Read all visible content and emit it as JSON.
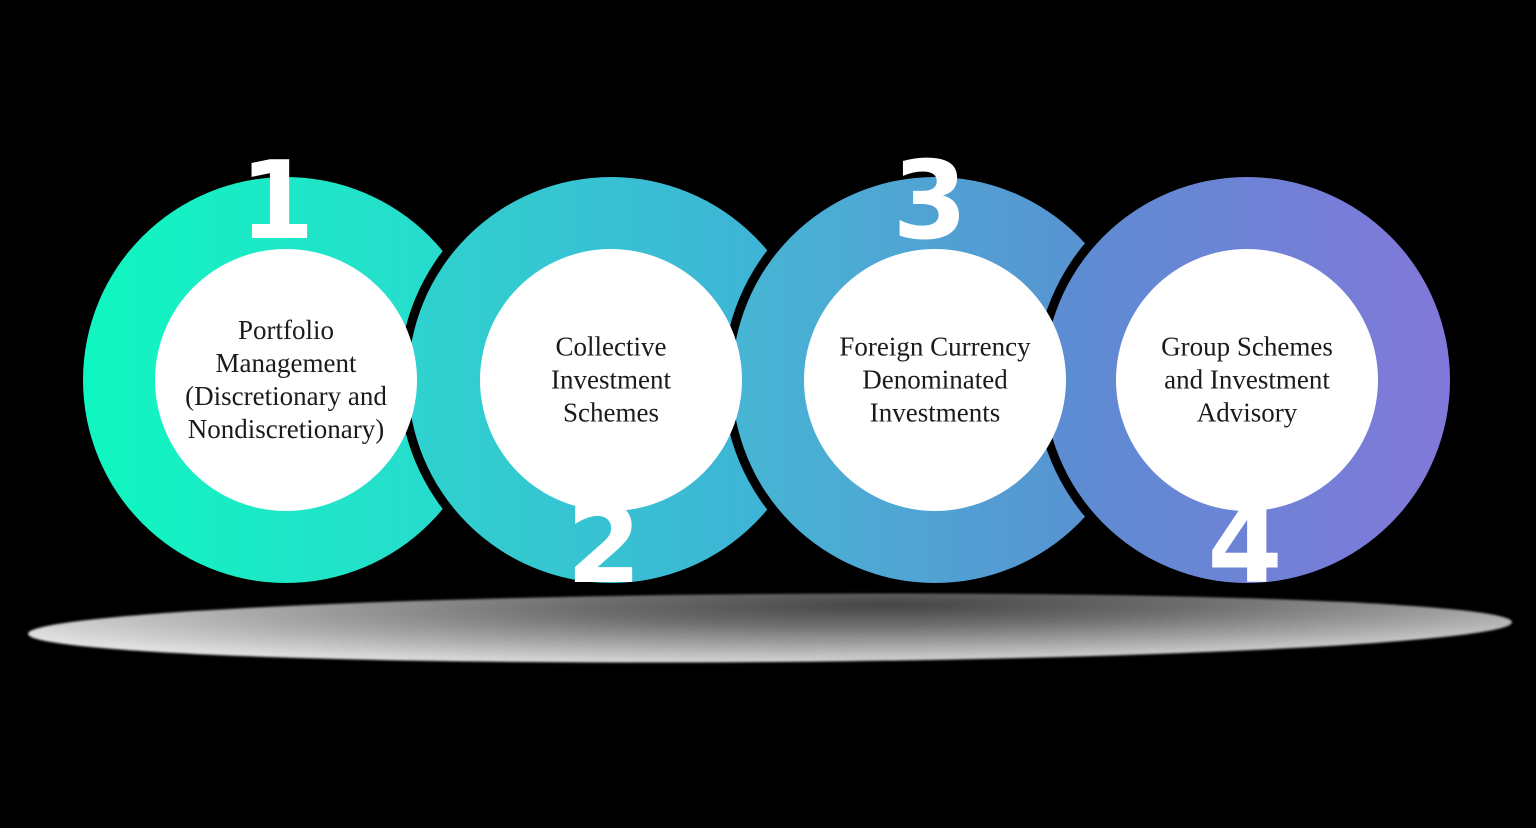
{
  "background_color": "#000000",
  "inner_circle_color": "#ffffff",
  "number_color": "#ffffff",
  "text_color": "#1b1b1b",
  "rings": [
    {
      "number": "1",
      "number_position": "top",
      "label_lines": [
        "Portfolio",
        "Management",
        "(Discretionary and",
        "Nondiscretionary)"
      ],
      "gradient_from": "#0ff7c0",
      "gradient_to": "#2bd7cf"
    },
    {
      "number": "2",
      "number_position": "bottom",
      "label_lines": [
        "Collective",
        "Investment",
        "Schemes"
      ],
      "gradient_from": "#2ed3ce",
      "gradient_to": "#41afd7"
    },
    {
      "number": "3",
      "number_position": "top",
      "label_lines": [
        "Foreign Currency",
        "Denominated",
        "Investments"
      ],
      "gradient_from": "#46b6d4",
      "gradient_to": "#5b8ed2"
    },
    {
      "number": "4",
      "number_position": "bottom",
      "label_lines": [
        "Group Schemes",
        "and Investment",
        "Advisory"
      ],
      "gradient_from": "#5a8ed2",
      "gradient_to": "#8278d9"
    }
  ]
}
